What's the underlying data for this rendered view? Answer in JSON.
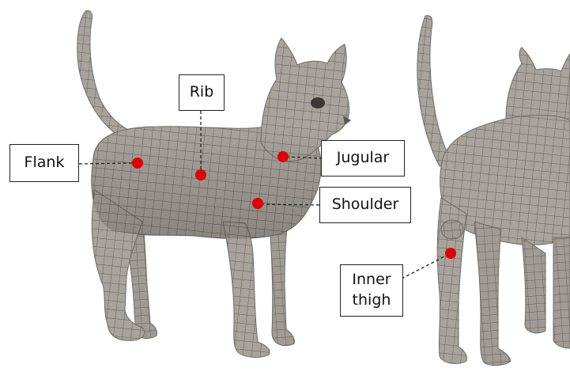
{
  "labels": {
    "flank": "Flank",
    "rib": "Rib",
    "jugular": "Jugular",
    "shoulder": "Shoulder",
    "inner_thigh": "Inner\nthigh"
  },
  "colors": {
    "body": "#a8a39c",
    "body_shade": "#8f8a83",
    "mesh_line": "#4a4744",
    "marker": "#e00000",
    "leader": "#222222",
    "box_border": "#222222"
  }
}
